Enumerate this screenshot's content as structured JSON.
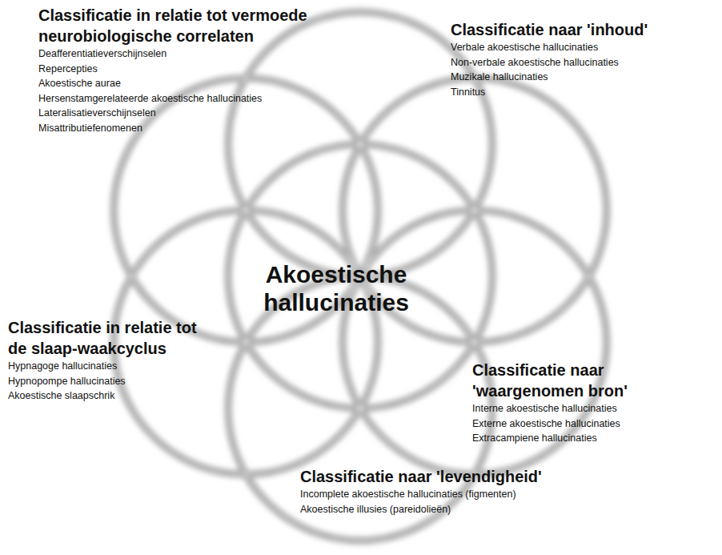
{
  "diagram": {
    "nodes": [
      {
        "text": [
          "Classificatie in relatie tot vermoede neurobiologische correlaten",
          "Deafferentiatieverschijnselen",
          "Repercepties",
          "Akoestische aurae",
          "Hersenstamgerelateerde akoestische hallucinaties",
          "Lateralisatieverschijnselen",
          "Misattributiefenomenen"
        ]
      },
      {
        "text": [
          "Classificatie naar 'inhoud'",
          "Verbale akoestische hallucinaties",
          "Non-verbale akoestische hallucinaties",
          "Muzikale hallucinaties",
          "Tinnitus"
        ]
      },
      {
        "text": [
          "Akoestische hallucinaties"
        ]
      },
      {
        "text": [
          "Classificatie in relatie tot de slaap-waakcyclus",
          "Hypnagoge hallucinaties",
          "Hypnopompe hallucinaties",
          "Akoestische slaapschrik"
        ]
      },
      {
        "text": [
          "Classificatie naar 'waargenomen bron'",
          "Interne akoestische hallucinaties",
          "Externe akoestische hallucinaties",
          "Extracampiene hallucinaties"
        ]
      },
      {
        "text": [
          "Classificatie naar 'levendigheid'",
          "Incomplete akoestische hallucinaties (figmenten)",
          "Akoestische illusies (pareidolieën)"
        ]
      }
    ]
  }
}
